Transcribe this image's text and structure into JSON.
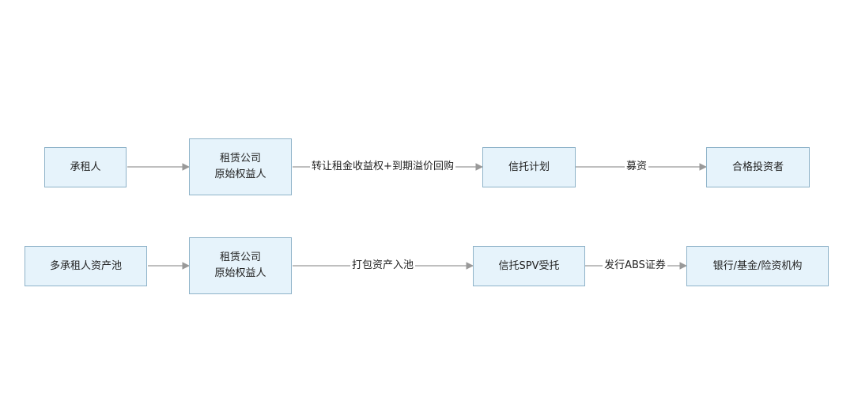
{
  "rows": [
    {
      "nodes": [
        {
          "lines": [
            "承租人"
          ]
        },
        {
          "lines": [
            "租赁公司",
            "原始权益人"
          ]
        },
        {
          "lines": [
            "信托计划"
          ]
        },
        {
          "lines": [
            "合格投资者"
          ]
        }
      ],
      "edges": [
        "",
        "转让租金收益权+到期溢价回购",
        "募资"
      ]
    },
    {
      "nodes": [
        {
          "lines": [
            "多承租人资产池"
          ]
        },
        {
          "lines": [
            "租赁公司",
            "原始权益人"
          ]
        },
        {
          "lines": [
            "信托SPV受托"
          ]
        },
        {
          "lines": [
            "银行/基金/险资机构"
          ]
        }
      ],
      "edges": [
        "",
        "打包资产入池",
        "发行ABS证券"
      ]
    }
  ],
  "colors": {
    "node_fill": "#e6f3fb",
    "node_border": "#8fb3c9",
    "edge": "#999999",
    "text": "#222222"
  }
}
